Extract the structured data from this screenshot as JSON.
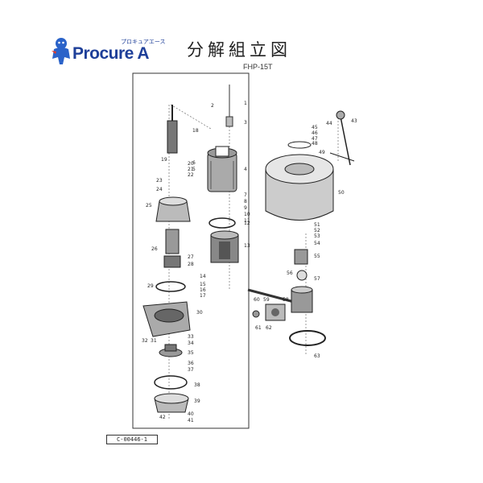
{
  "brand": {
    "name": "Procure A",
    "kana": "プロキュアエース"
  },
  "title": "分解組立図",
  "model": "FHP-15T",
  "doc_id": "C-00446-1",
  "part_numbers": [
    "1",
    "2",
    "3",
    "4",
    "5",
    "6",
    "7",
    "8",
    "9",
    "10",
    "11",
    "12",
    "13",
    "14",
    "15",
    "16",
    "17",
    "18",
    "19",
    "20",
    "21",
    "22",
    "23",
    "24",
    "25",
    "26",
    "27",
    "28",
    "29",
    "30",
    "31",
    "32",
    "33",
    "34",
    "35",
    "36",
    "37",
    "38",
    "39",
    "40",
    "41",
    "42",
    "43",
    "44",
    "45",
    "46",
    "47",
    "48",
    "49",
    "50",
    "51",
    "52",
    "53",
    "54",
    "55",
    "56",
    "57",
    "58",
    "59",
    "60",
    "61",
    "62",
    "63"
  ]
}
